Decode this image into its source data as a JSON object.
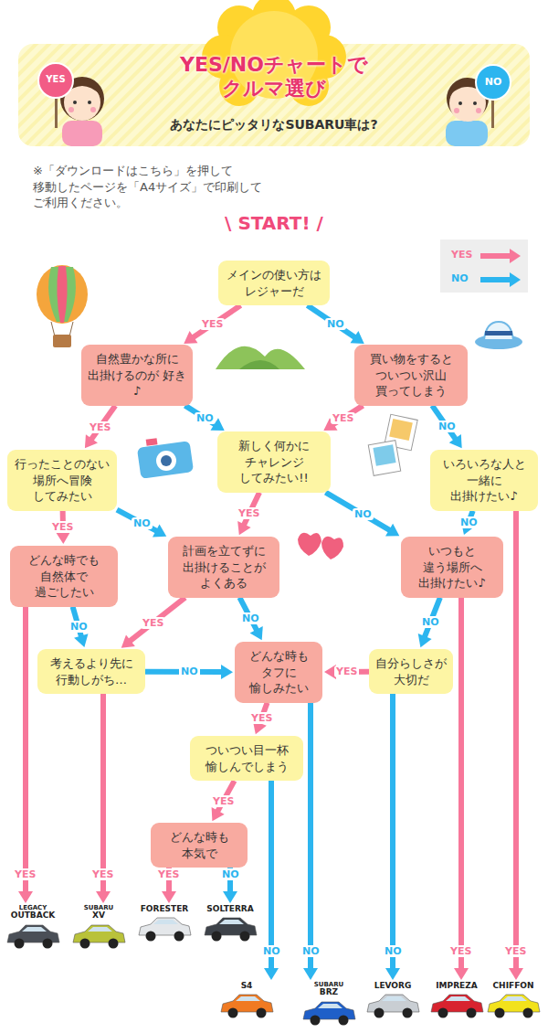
{
  "diagram": {
    "title": "YES/NOチャートで クルマ選び",
    "nodes": [
      {
        "text": [
          "メインの使い方は レジャーだ"
        ]
      },
      {
        "text": [
          "自然豊かな所に 出掛けるのが 好き♪"
        ]
      },
      {
        "text": [
          "買い物をすると ついつい沢山 買ってしまう"
        ]
      },
      {
        "text": [
          "行ったことのない 場所へ冒険 してみたい"
        ]
      },
      {
        "text": [
          "新しく何かに チャレンジ してみたい!!"
        ]
      },
      {
        "text": [
          "いろいろな人と 一緒に 出掛けたい♪"
        ]
      },
      {
        "text": [
          "どんな時でも 自然体で 過ごしたい"
        ]
      },
      {
        "text": [
          "計画を立てずに 出掛けることが よくある"
        ]
      },
      {
        "text": [
          "いつもと 違う場所へ 出掛けたい♪"
        ]
      },
      {
        "text": [
          "考えるより先に 行動しがち…"
        ]
      },
      {
        "text": [
          "どんな時も タフに 愉しみたい"
        ]
      },
      {
        "text": [
          "自分らしさが 大切だ"
        ]
      },
      {
        "text": [
          "ついつい目一杯 愉しんでしまう"
        ]
      },
      {
        "text": [
          "どんな時も 本気で"
        ]
      },
      {
        "text": [
          "LEGACY",
          "OUTBACK"
        ]
      },
      {
        "text": [
          "SUBARU",
          "XV"
        ]
      },
      {
        "text": [
          "FORESTER"
        ]
      },
      {
        "text": [
          "SOLTERRA"
        ]
      },
      {
        "text": [
          "S4"
        ]
      },
      {
        "text": [
          "SUBARU",
          "BRZ"
        ]
      },
      {
        "text": [
          "LEVORG"
        ]
      },
      {
        "text": [
          "IMPREZA"
        ]
      },
      {
        "text": [
          "CHIFFON"
        ]
      }
    ],
    "edges": [
      {
        "from": 0,
        "to": 1,
        "label": "YES",
        "arrow": "to"
      },
      {
        "from": 0,
        "to": 2,
        "label": "NO",
        "arrow": "to"
      },
      {
        "from": 1,
        "to": 3,
        "label": "YES",
        "arrow": "to"
      },
      {
        "from": 1,
        "to": 4,
        "label": "NO",
        "arrow": "to"
      },
      {
        "from": 2,
        "to": 4,
        "label": "YES",
        "arrow": "to"
      },
      {
        "from": 2,
        "to": 5,
        "label": "NO",
        "arrow": "to"
      },
      {
        "from": 3,
        "to": 6,
        "label": "YES",
        "arrow": "to"
      },
      {
        "from": 3,
        "to": 7,
        "label": "NO",
        "arrow": "to"
      },
      {
        "from": 4,
        "to": 7,
        "label": "YES",
        "arrow": "to"
      },
      {
        "from": 4,
        "to": 8,
        "label": "NO",
        "arrow": "to"
      },
      {
        "from": 5,
        "to": 8,
        "label": "NO",
        "arrow": "to"
      },
      {
        "from": 5,
        "to": 22,
        "label": "YES",
        "arrow": "to"
      },
      {
        "from": 6,
        "to": 9,
        "label": "NO",
        "arrow": "to"
      },
      {
        "from": 6,
        "to": 14,
        "label": "YES",
        "arrow": "to"
      },
      {
        "from": 7,
        "to": 9,
        "label": "YES",
        "arrow": "to"
      },
      {
        "from": 7,
        "to": 10,
        "label": "NO",
        "arrow": "to"
      },
      {
        "from": 8,
        "to": 11,
        "label": "NO",
        "arrow": "to"
      },
      {
        "from": 8,
        "to": 21,
        "label": "YES",
        "arrow": "to"
      },
      {
        "from": 9,
        "to": 10,
        "label": "NO",
        "arrow": "to"
      },
      {
        "from": 9,
        "to": 15,
        "label": "YES",
        "arrow": "to"
      },
      {
        "from": 10,
        "to": 12,
        "label": "YES",
        "arrow": "to"
      },
      {
        "from": 10,
        "to": 19,
        "label": "NO",
        "arrow": "to"
      },
      {
        "from": 11,
        "to": 10,
        "label": "YES",
        "arrow": "to"
      },
      {
        "from": 11,
        "to": 20,
        "label": "NO",
        "arrow": "to"
      },
      {
        "from": 12,
        "to": 13,
        "label": "YES",
        "arrow": "to"
      },
      {
        "from": 12,
        "to": 18,
        "label": "NO",
        "arrow": "to"
      },
      {
        "from": 13,
        "to": 16,
        "label": "YES",
        "arrow": "to"
      },
      {
        "from": 13,
        "to": 17,
        "label": "NO",
        "arrow": "to"
      }
    ],
    "labels": [
      "あなたにピッタリなSUBARU車は?",
      "YES",
      "NO",
      "※「ダウンロードはこちら」を押して 移動したページを「A4サイズ」で印刷して ご利用ください。",
      "\\ START! /"
    ],
    "legend": [
      {
        "text": "YES",
        "color": "#f7779a"
      },
      {
        "text": "NO",
        "color": "#2cb5ef"
      }
    ]
  }
}
